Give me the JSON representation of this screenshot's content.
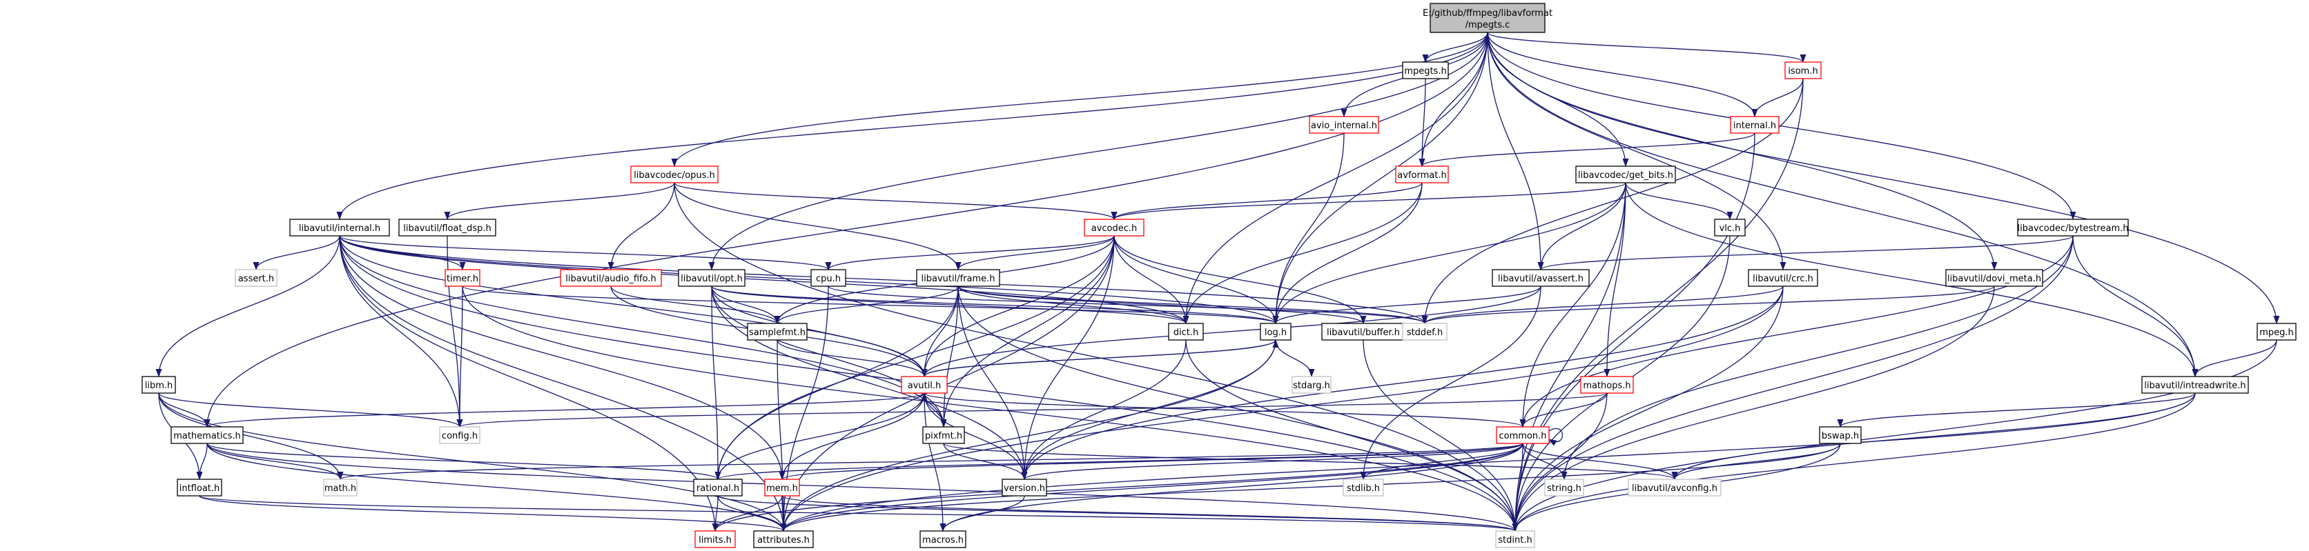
{
  "root": {
    "line1": "E:/github/ffmpeg/libavformat",
    "line2": "/mpegts.c"
  },
  "nodes": [
    {
      "id": "mpegts_h",
      "label": "mpegts.h",
      "style": "black"
    },
    {
      "id": "isom_h",
      "label": "isom.h",
      "style": "red"
    },
    {
      "id": "avio_internal_h",
      "label": "avio_internal.h",
      "style": "red"
    },
    {
      "id": "internal_h",
      "label": "internal.h",
      "style": "red"
    },
    {
      "id": "avformat_h",
      "label": "avformat.h",
      "style": "red"
    },
    {
      "id": "opus_h",
      "label": "libavcodec/opus.h",
      "style": "red"
    },
    {
      "id": "get_bits_h",
      "label": "libavcodec/get_bits.h",
      "style": "black"
    },
    {
      "id": "avcodec_h",
      "label": "avcodec.h",
      "style": "red"
    },
    {
      "id": "float_dsp_h",
      "label": "libavutil/float_dsp.h",
      "style": "black"
    },
    {
      "id": "util_internal_h",
      "label": "libavutil/internal.h",
      "style": "black"
    },
    {
      "id": "vlc_h",
      "label": "vlc.h",
      "style": "black"
    },
    {
      "id": "bytestream_h",
      "label": "libavcodec/bytestream.h",
      "style": "black"
    },
    {
      "id": "assert_h",
      "label": "assert.h",
      "style": "gray"
    },
    {
      "id": "timer_h",
      "label": "timer.h",
      "style": "red"
    },
    {
      "id": "audio_fifo_h",
      "label": "libavutil/audio_fifo.h",
      "style": "red"
    },
    {
      "id": "opt_h",
      "label": "libavutil/opt.h",
      "style": "black"
    },
    {
      "id": "cpu_h",
      "label": "cpu.h",
      "style": "black"
    },
    {
      "id": "frame_h",
      "label": "libavutil/frame.h",
      "style": "black"
    },
    {
      "id": "avassert_h",
      "label": "libavutil/avassert.h",
      "style": "black"
    },
    {
      "id": "crc_h",
      "label": "libavutil/crc.h",
      "style": "black"
    },
    {
      "id": "dovi_meta_h",
      "label": "libavutil/dovi_meta.h",
      "style": "black"
    },
    {
      "id": "mpeg_h",
      "label": "mpeg.h",
      "style": "black"
    },
    {
      "id": "samplefmt_h",
      "label": "samplefmt.h",
      "style": "black"
    },
    {
      "id": "dict_h",
      "label": "dict.h",
      "style": "black"
    },
    {
      "id": "log_h",
      "label": "log.h",
      "style": "black"
    },
    {
      "id": "buffer_h",
      "label": "libavutil/buffer.h",
      "style": "black"
    },
    {
      "id": "stddef_h",
      "label": "stddef.h",
      "style": "gray"
    },
    {
      "id": "libm_h",
      "label": "libm.h",
      "style": "black"
    },
    {
      "id": "avutil_h",
      "label": "avutil.h",
      "style": "red"
    },
    {
      "id": "stdarg_h",
      "label": "stdarg.h",
      "style": "gray"
    },
    {
      "id": "mathops_h",
      "label": "mathops.h",
      "style": "red"
    },
    {
      "id": "intreadwrite_h",
      "label": "libavutil/intreadwrite.h",
      "style": "black"
    },
    {
      "id": "mathematics_h",
      "label": "mathematics.h",
      "style": "black"
    },
    {
      "id": "config_h",
      "label": "config.h",
      "style": "gray"
    },
    {
      "id": "pixfmt_h",
      "label": "pixfmt.h",
      "style": "black"
    },
    {
      "id": "common_h",
      "label": "common.h",
      "style": "red"
    },
    {
      "id": "bswap_h",
      "label": "bswap.h",
      "style": "black"
    },
    {
      "id": "intfloat_h",
      "label": "intfloat.h",
      "style": "black"
    },
    {
      "id": "math_h",
      "label": "math.h",
      "style": "gray"
    },
    {
      "id": "rational_h",
      "label": "rational.h",
      "style": "black"
    },
    {
      "id": "mem_h",
      "label": "mem.h",
      "style": "red"
    },
    {
      "id": "version_h",
      "label": "version.h",
      "style": "black"
    },
    {
      "id": "stdlib_h",
      "label": "stdlib.h",
      "style": "gray"
    },
    {
      "id": "string_h",
      "label": "string.h",
      "style": "gray"
    },
    {
      "id": "avconfig_h",
      "label": "libavutil/avconfig.h",
      "style": "gray"
    },
    {
      "id": "limits_h",
      "label": "limits.h",
      "style": "red"
    },
    {
      "id": "attributes_h",
      "label": "attributes.h",
      "style": "black"
    },
    {
      "id": "macros_h",
      "label": "macros.h",
      "style": "black"
    },
    {
      "id": "stdint_h",
      "label": "stdint.h",
      "style": "gray"
    }
  ],
  "edges": [
    [
      "root",
      "mpegts_h"
    ],
    [
      "root",
      "isom_h"
    ],
    [
      "root",
      "avio_internal_h"
    ],
    [
      "root",
      "internal_h"
    ],
    [
      "root",
      "avformat_h"
    ],
    [
      "root",
      "opus_h"
    ],
    [
      "root",
      "get_bits_h"
    ],
    [
      "root",
      "util_internal_h"
    ],
    [
      "root",
      "bytestream_h"
    ],
    [
      "root",
      "opt_h"
    ],
    [
      "root",
      "avassert_h"
    ],
    [
      "root",
      "crc_h"
    ],
    [
      "root",
      "dovi_meta_h"
    ],
    [
      "root",
      "mpeg_h"
    ],
    [
      "root",
      "dict_h"
    ],
    [
      "root",
      "log_h"
    ],
    [
      "root",
      "intreadwrite_h"
    ],
    [
      "root",
      "mathematics_h"
    ],
    [
      "mpegts_h",
      "avformat_h"
    ],
    [
      "isom_h",
      "internal_h"
    ],
    [
      "isom_h",
      "stddef_h"
    ],
    [
      "isom_h",
      "stdint_h"
    ],
    [
      "avio_internal_h",
      "log_h"
    ],
    [
      "internal_h",
      "avformat_h"
    ],
    [
      "internal_h",
      "stdint_h"
    ],
    [
      "avformat_h",
      "avcodec_h"
    ],
    [
      "avformat_h",
      "dict_h"
    ],
    [
      "avformat_h",
      "log_h"
    ],
    [
      "opus_h",
      "float_dsp_h"
    ],
    [
      "opus_h",
      "avcodec_h"
    ],
    [
      "opus_h",
      "audio_fifo_h"
    ],
    [
      "opus_h",
      "frame_h"
    ],
    [
      "opus_h",
      "stdint_h"
    ],
    [
      "get_bits_h",
      "avcodec_h"
    ],
    [
      "get_bits_h",
      "vlc_h"
    ],
    [
      "get_bits_h",
      "avassert_h"
    ],
    [
      "get_bits_h",
      "log_h"
    ],
    [
      "get_bits_h",
      "mathops_h"
    ],
    [
      "get_bits_h",
      "intreadwrite_h"
    ],
    [
      "get_bits_h",
      "common_h"
    ],
    [
      "get_bits_h",
      "stdint_h"
    ],
    [
      "avcodec_h",
      "cpu_h"
    ],
    [
      "avcodec_h",
      "frame_h"
    ],
    [
      "avcodec_h",
      "samplefmt_h"
    ],
    [
      "avcodec_h",
      "dict_h"
    ],
    [
      "avcodec_h",
      "log_h"
    ],
    [
      "avcodec_h",
      "buffer_h"
    ],
    [
      "avcodec_h",
      "avutil_h"
    ],
    [
      "avcodec_h",
      "pixfmt_h"
    ],
    [
      "avcodec_h",
      "rational_h"
    ],
    [
      "avcodec_h",
      "version_h"
    ],
    [
      "avcodec_h",
      "attributes_h"
    ],
    [
      "float_dsp_h",
      "config_h"
    ],
    [
      "util_internal_h",
      "assert_h"
    ],
    [
      "util_internal_h",
      "timer_h"
    ],
    [
      "util_internal_h",
      "cpu_h"
    ],
    [
      "util_internal_h",
      "dict_h"
    ],
    [
      "util_internal_h",
      "libm_h"
    ],
    [
      "util_internal_h",
      "config_h"
    ],
    [
      "util_internal_h",
      "stddef_h"
    ],
    [
      "util_internal_h",
      "pixfmt_h"
    ],
    [
      "util_internal_h",
      "limits_h"
    ],
    [
      "util_internal_h",
      "stdint_h"
    ],
    [
      "util_internal_h",
      "attributes_h"
    ],
    [
      "util_internal_h",
      "log_h"
    ],
    [
      "util_internal_h",
      "avutil_h"
    ],
    [
      "util_internal_h",
      "mem_h"
    ],
    [
      "vlc_h",
      "stdint_h"
    ],
    [
      "bytestream_h",
      "avassert_h"
    ],
    [
      "bytestream_h",
      "intreadwrite_h"
    ],
    [
      "bytestream_h",
      "common_h"
    ],
    [
      "bytestream_h",
      "string_h"
    ],
    [
      "bytestream_h",
      "stdint_h"
    ],
    [
      "timer_h",
      "config_h"
    ],
    [
      "timer_h",
      "log_h"
    ],
    [
      "timer_h",
      "stdint_h"
    ],
    [
      "audio_fifo_h",
      "avutil_h"
    ],
    [
      "audio_fifo_h",
      "samplefmt_h"
    ],
    [
      "opt_h",
      "samplefmt_h"
    ],
    [
      "opt_h",
      "dict_h"
    ],
    [
      "opt_h",
      "log_h"
    ],
    [
      "opt_h",
      "avutil_h"
    ],
    [
      "opt_h",
      "pixfmt_h"
    ],
    [
      "opt_h",
      "rational_h"
    ],
    [
      "opt_h",
      "version_h"
    ],
    [
      "cpu_h",
      "stddef_h"
    ],
    [
      "cpu_h",
      "attributes_h"
    ],
    [
      "frame_h",
      "samplefmt_h"
    ],
    [
      "frame_h",
      "dict_h"
    ],
    [
      "frame_h",
      "buffer_h"
    ],
    [
      "frame_h",
      "avutil_h"
    ],
    [
      "frame_h",
      "pixfmt_h"
    ],
    [
      "frame_h",
      "rational_h"
    ],
    [
      "frame_h",
      "version_h"
    ],
    [
      "frame_h",
      "stddef_h"
    ],
    [
      "frame_h",
      "stdint_h"
    ],
    [
      "avassert_h",
      "log_h"
    ],
    [
      "avassert_h",
      "avutil_h"
    ],
    [
      "avassert_h",
      "stdlib_h"
    ],
    [
      "crc_h",
      "stddef_h"
    ],
    [
      "crc_h",
      "version_h"
    ],
    [
      "crc_h",
      "attributes_h"
    ],
    [
      "crc_h",
      "stdint_h"
    ],
    [
      "dovi_meta_h",
      "stddef_h"
    ],
    [
      "dovi_meta_h",
      "stdint_h"
    ],
    [
      "mpeg_h",
      "intreadwrite_h"
    ],
    [
      "mpeg_h",
      "stdint_h"
    ],
    [
      "samplefmt_h",
      "avutil_h"
    ],
    [
      "samplefmt_h",
      "attributes_h"
    ],
    [
      "dict_h",
      "stdint_h"
    ],
    [
      "dict_h",
      "version_h"
    ],
    [
      "log_h",
      "avutil_h"
    ],
    [
      "log_h",
      "stdarg_h"
    ],
    [
      "log_h",
      "version_h"
    ],
    [
      "log_h",
      "attributes_h"
    ],
    [
      "buffer_h",
      "stddef_h"
    ],
    [
      "buffer_h",
      "stdint_h"
    ],
    [
      "libm_h",
      "config_h"
    ],
    [
      "libm_h",
      "mathematics_h"
    ],
    [
      "libm_h",
      "intfloat_h"
    ],
    [
      "libm_h",
      "math_h"
    ],
    [
      "libm_h",
      "attributes_h"
    ],
    [
      "avutil_h",
      "log_h"
    ],
    [
      "avutil_h",
      "common_h"
    ],
    [
      "avutil_h",
      "rational_h"
    ],
    [
      "avutil_h",
      "version_h"
    ],
    [
      "avutil_h",
      "macros_h"
    ],
    [
      "avutil_h",
      "mathematics_h"
    ],
    [
      "avutil_h",
      "pixfmt_h"
    ],
    [
      "mathops_h",
      "config_h"
    ],
    [
      "mathops_h",
      "common_h"
    ],
    [
      "mathops_h",
      "stdint_h"
    ],
    [
      "intreadwrite_h",
      "bswap_h"
    ],
    [
      "intreadwrite_h",
      "avconfig_h"
    ],
    [
      "intreadwrite_h",
      "attributes_h"
    ],
    [
      "intreadwrite_h",
      "stdint_h"
    ],
    [
      "mathematics_h",
      "intfloat_h"
    ],
    [
      "mathematics_h",
      "math_h"
    ],
    [
      "mathematics_h",
      "rational_h"
    ],
    [
      "mathematics_h",
      "attributes_h"
    ],
    [
      "mathematics_h",
      "stdint_h"
    ],
    [
      "pixfmt_h",
      "version_h"
    ],
    [
      "pixfmt_h",
      "avconfig_h"
    ],
    [
      "common_h",
      "common_h"
    ],
    [
      "common_h",
      "math_h"
    ],
    [
      "common_h",
      "mem_h"
    ],
    [
      "common_h",
      "version_h"
    ],
    [
      "common_h",
      "stdlib_h"
    ],
    [
      "common_h",
      "string_h"
    ],
    [
      "common_h",
      "avconfig_h"
    ],
    [
      "common_h",
      "limits_h"
    ],
    [
      "common_h",
      "attributes_h"
    ],
    [
      "common_h",
      "macros_h"
    ],
    [
      "common_h",
      "stdint_h"
    ],
    [
      "common_h",
      "rational_h"
    ],
    [
      "bswap_h",
      "avconfig_h"
    ],
    [
      "bswap_h",
      "attributes_h"
    ],
    [
      "bswap_h",
      "stdint_h"
    ],
    [
      "intfloat_h",
      "attributes_h"
    ],
    [
      "intfloat_h",
      "stdint_h"
    ],
    [
      "rational_h",
      "limits_h"
    ],
    [
      "rational_h",
      "attributes_h"
    ],
    [
      "rational_h",
      "stdint_h"
    ],
    [
      "mem_h",
      "avutil_h"
    ],
    [
      "mem_h",
      "limits_h"
    ],
    [
      "mem_h",
      "attributes_h"
    ],
    [
      "mem_h",
      "stdint_h"
    ],
    [
      "version_h",
      "macros_h"
    ]
  ]
}
